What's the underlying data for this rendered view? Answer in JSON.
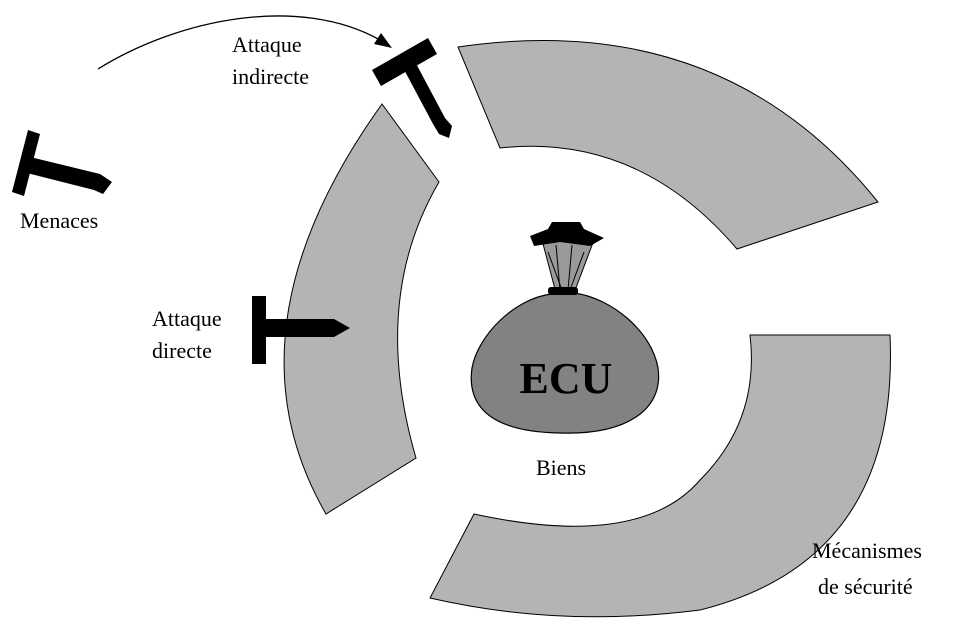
{
  "diagram": {
    "labels": {
      "indirect_attack": [
        "Attaque",
        "indirecte"
      ],
      "threats": "Menaces",
      "direct_attack": [
        "Attaque",
        "directe"
      ],
      "asset_symbol": "ECU",
      "assets": "Biens",
      "security_mechanisms": [
        "Mécanismes",
        "de sécurité"
      ]
    },
    "colors": {
      "ring": "#b4b4b4",
      "bag": "#828282",
      "bag_dark": "#6e6e6e",
      "tool": "#000000",
      "background": "#ffffff"
    },
    "icons": {
      "tool": "nail-icon",
      "bag": "money-bag-icon"
    }
  }
}
